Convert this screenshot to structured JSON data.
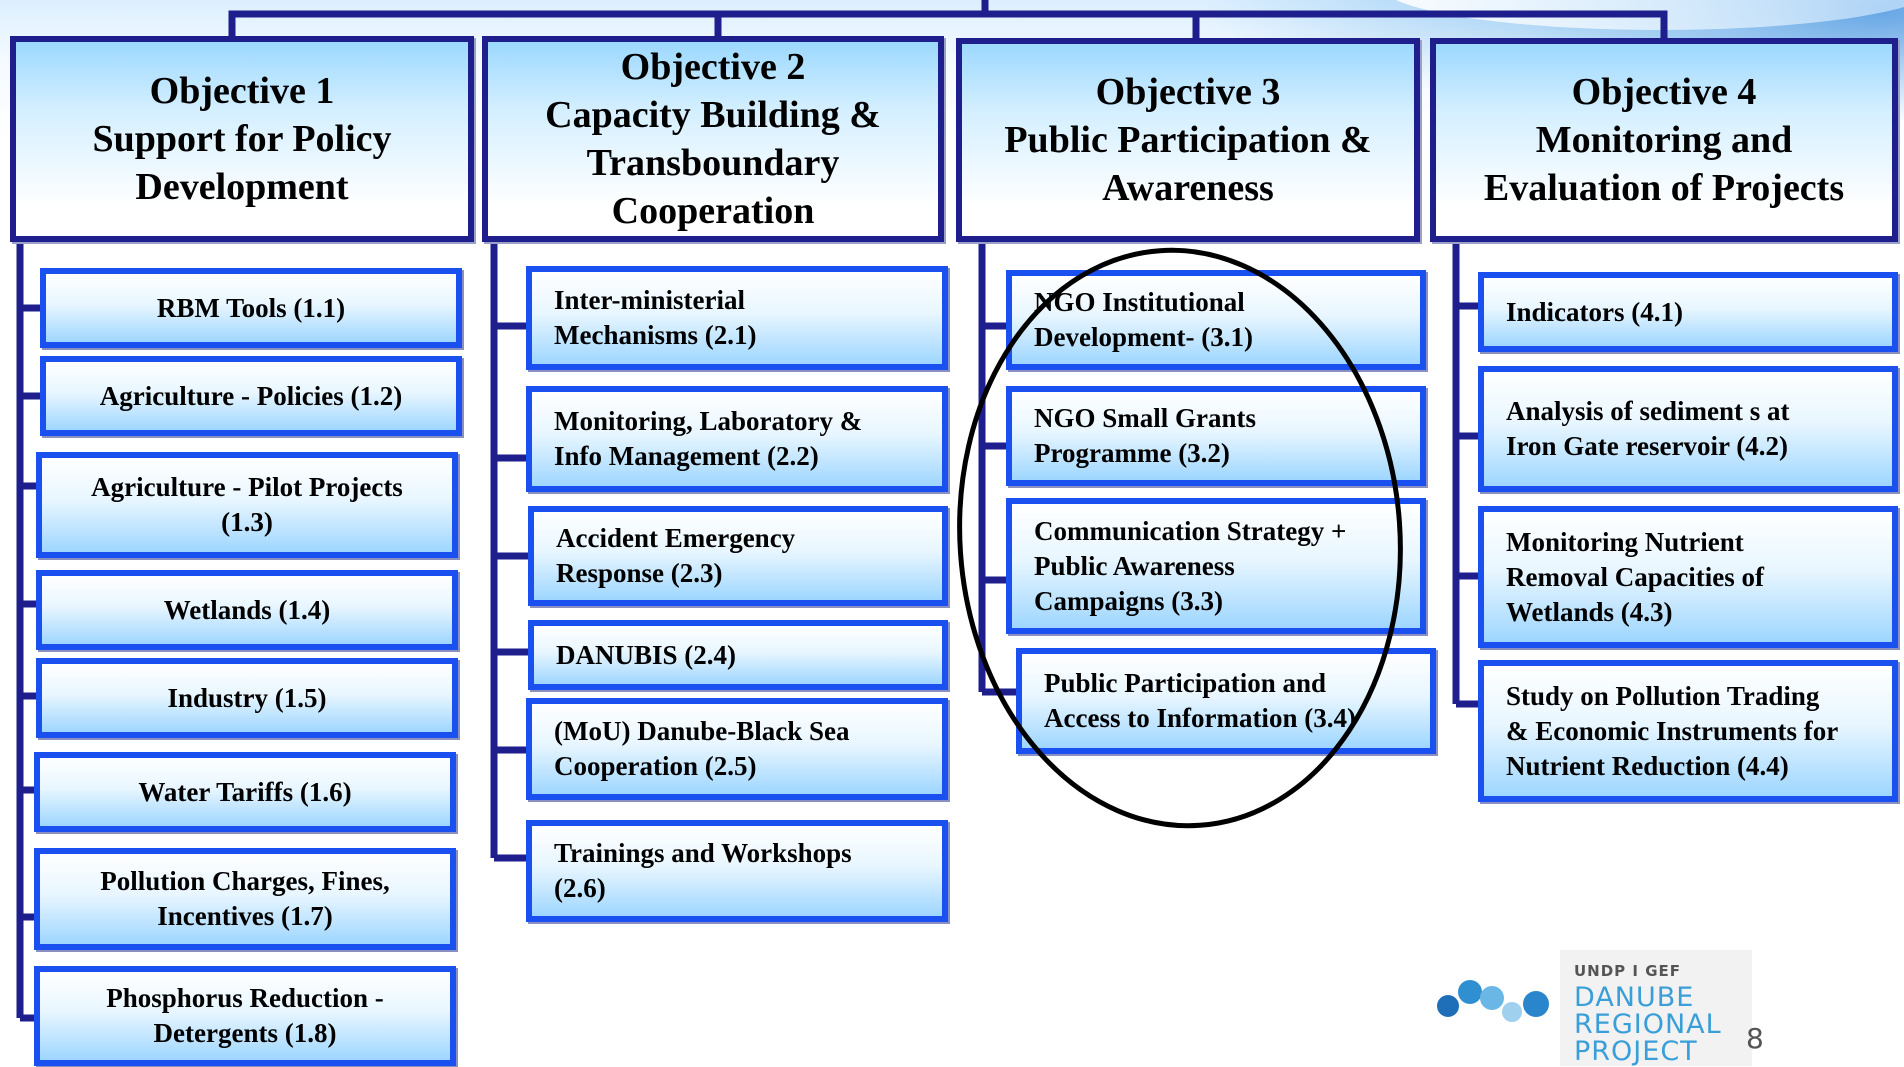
{
  "objectives": [
    {
      "lines": [
        "Objective 1",
        "Support for Policy",
        "Development"
      ]
    },
    {
      "lines": [
        "Objective 2",
        "Capacity Building &",
        "Transboundary",
        "Cooperation"
      ]
    },
    {
      "lines": [
        "Objective 3",
        "Public Participation &",
        "Awareness"
      ]
    },
    {
      "lines": [
        "Objective 4",
        "Monitoring and",
        "Evaluation of Projects"
      ]
    }
  ],
  "col1": [
    {
      "lines": [
        "RBM Tools (1.1)"
      ]
    },
    {
      "lines": [
        "Agriculture - Policies (1.2)"
      ]
    },
    {
      "lines": [
        "Agriculture - Pilot Projects",
        "(1.3)"
      ]
    },
    {
      "lines": [
        "Wetlands (1.4)"
      ]
    },
    {
      "lines": [
        "Industry (1.5)"
      ]
    },
    {
      "lines": [
        "Water Tariffs (1.6)"
      ]
    },
    {
      "lines": [
        "Pollution Charges, Fines,",
        "Incentives (1.7)"
      ]
    },
    {
      "lines": [
        "Phosphorus Reduction -",
        "Detergents (1.8)"
      ]
    }
  ],
  "col2": [
    {
      "lines": [
        "Inter-ministerial",
        "Mechanisms (2.1)"
      ]
    },
    {
      "lines": [
        "Monitoring, Laboratory &",
        "Info Management (2.2)"
      ]
    },
    {
      "lines": [
        "Accident Emergency",
        "Response (2.3)"
      ]
    },
    {
      "lines": [
        "DANUBIS (2.4)"
      ]
    },
    {
      "lines": [
        "(MoU)  Danube-Black Sea",
        "Cooperation (2.5)"
      ]
    },
    {
      "lines": [
        "Trainings and Workshops",
        "(2.6)"
      ]
    }
  ],
  "col3": [
    {
      "lines": [
        "NGO Institutional",
        "Development- (3.1)"
      ]
    },
    {
      "lines": [
        "NGO Small Grants",
        "Programme (3.2)"
      ]
    },
    {
      "lines": [
        "Communication Strategy +",
        "Public Awareness",
        "Campaigns (3.3)"
      ]
    },
    {
      "lines": [
        "Public Participation and",
        "Access to Information (3.4)"
      ]
    }
  ],
  "col4": [
    {
      "lines": [
        "Indicators (4.1)"
      ]
    },
    {
      "lines": [
        "Analysis of sediment s at",
        "Iron Gate reservoir (4.2)"
      ]
    },
    {
      "lines": [
        "Monitoring Nutrient",
        "Removal Capacities of",
        "Wetlands (4.3)"
      ]
    },
    {
      "lines": [
        "Study on Pollution Trading",
        "& Economic Instruments for",
        "Nutrient Reduction (4.4)"
      ]
    }
  ],
  "logo": {
    "small": "UNDP I GEF",
    "line1": "DANUBE",
    "line2": "REGIONAL",
    "line3": "PROJECT"
  },
  "page_number": "8",
  "colors": {
    "objective_border": "#1e1e8c",
    "item_border": "#1a4ff0",
    "connector": "#1e1e8c",
    "logo_blue": "#3a9fd8"
  }
}
